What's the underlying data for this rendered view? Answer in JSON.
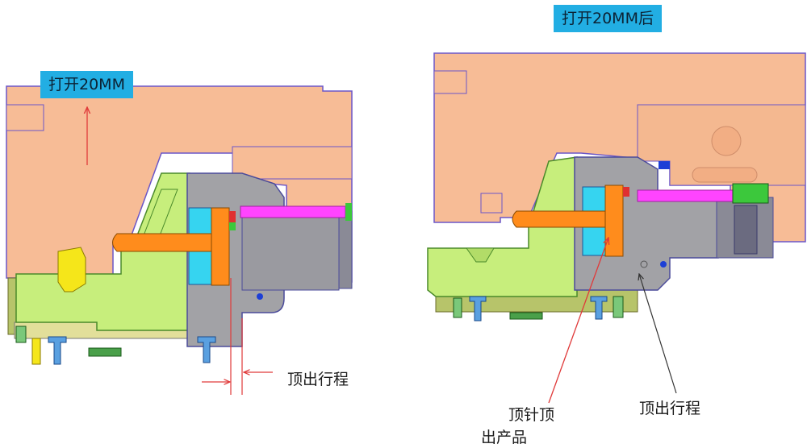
{
  "labels": {
    "left_title": "打开20MM",
    "right_title": "打开20MM后",
    "left_stroke": "顶出行程",
    "right_stroke": "顶出行程",
    "pin_label_line1": "顶针顶",
    "pin_label_line2": "出产品"
  },
  "colors": {
    "plate": "#f7bc96",
    "plate_stroke": "#6b56c8",
    "green": "#c7ee7c",
    "gray": "#a2a2a6",
    "orange": "#ff8c1c",
    "cyan": "#36d4f0",
    "magenta": "#ff44ff",
    "yellow": "#f5e61a",
    "blue": "#2a6cc8",
    "arrow_red": "#e03a3a"
  }
}
